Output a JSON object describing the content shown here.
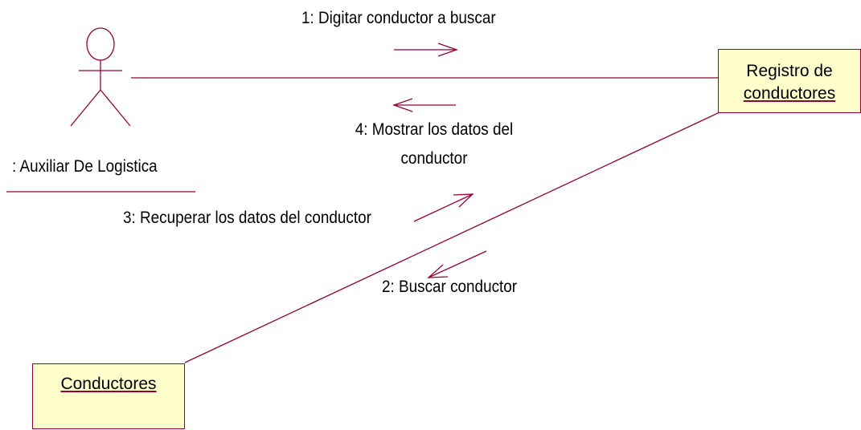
{
  "actor": {
    "label": ": Auxiliar De Logistica"
  },
  "objects": {
    "registro": {
      "line1": "Registro de",
      "line2": "conductores"
    },
    "conductores": {
      "label": "Conductores"
    }
  },
  "messages": {
    "m1": "1: Digitar conductor a buscar",
    "m2": "2: Buscar conductor",
    "m3": "3: Recuperar los datos del conductor",
    "m4_line1": "4: Mostrar los datos del",
    "m4_line2": "conductor"
  },
  "colors": {
    "line": "#990033",
    "object_fill": "#ffffcc",
    "text": "#000000"
  }
}
